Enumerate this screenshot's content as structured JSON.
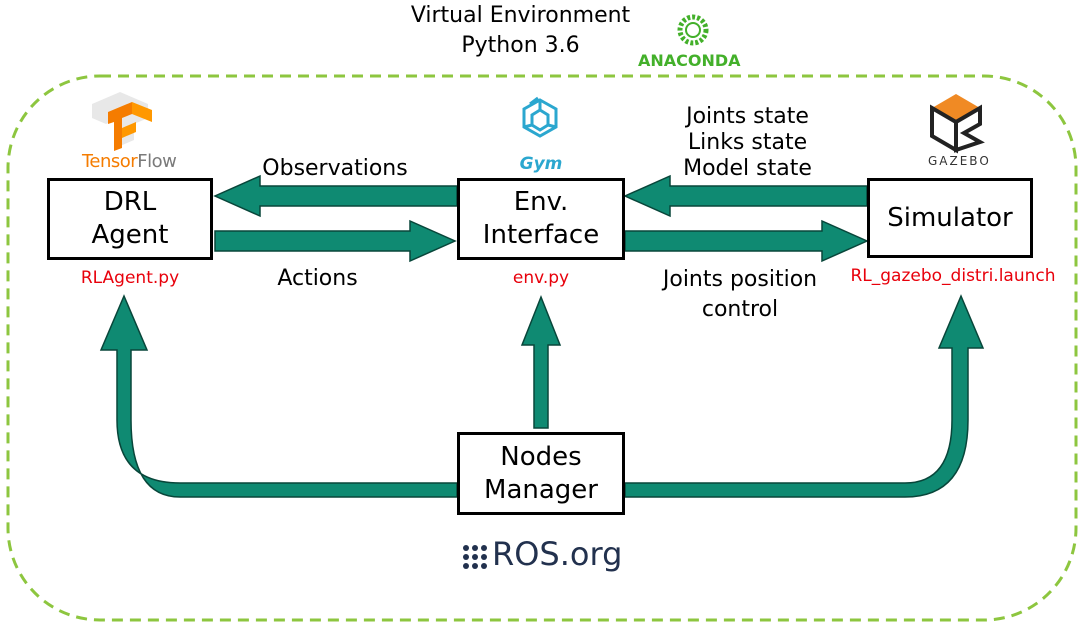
{
  "header": {
    "line1": "Virtual Environment",
    "line2": "Python 3.6"
  },
  "logos": {
    "anaconda": "ANACONDA",
    "tensorflow_a": "Tensor",
    "tensorflow_b": "Flow",
    "gym": "Gym",
    "gazebo": "GAZEBO",
    "ros": "ROS.org"
  },
  "boxes": {
    "agent": "DRL\nAgent",
    "env": "Env.\nInterface",
    "simulator": "Simulator",
    "nodes": "Nodes\nManager"
  },
  "flows": {
    "observations": "Observations",
    "actions": "Actions",
    "joints_state": "Joints state",
    "links_state": "Links state",
    "model_state": "Model state",
    "joints_position_1": "Joints position",
    "joints_position_2": "control"
  },
  "files": {
    "agent": "RLAgent.py",
    "env": "env.py",
    "simulator": "RL_gazebo_distri.launch"
  },
  "colors": {
    "arrow": "#0f8a72",
    "arrow_edge": "#08463a",
    "border_dashed": "#8dc63f",
    "file_text": "#e8000b",
    "tensorflow": "#f57c00",
    "gym": "#2ba7cf",
    "gazebo": "#f08a24",
    "anaconda": "#43b02a",
    "ros": "#22314e"
  }
}
